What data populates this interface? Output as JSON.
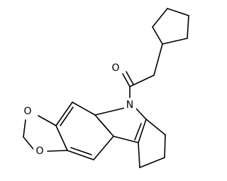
{
  "atoms": {
    "oxygen_carbonyl": "O",
    "nitrogen_indole": "N",
    "oxygen_dioxole_top": "O",
    "oxygen_dioxole_bottom": "O"
  }
}
